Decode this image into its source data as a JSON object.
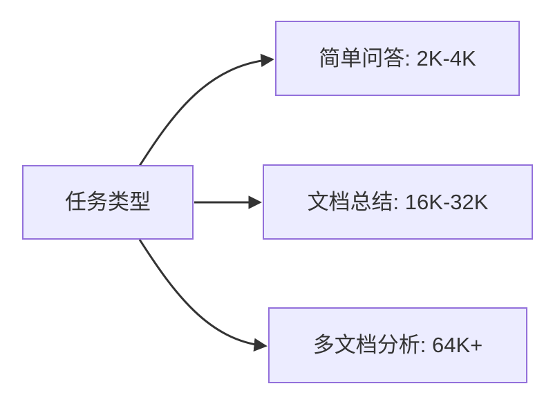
{
  "diagram": {
    "type": "flowchart-left-to-right",
    "colors": {
      "background": "#ffffff",
      "node_fill": "#ECECFF",
      "node_border": "#9370DB",
      "edge_color": "#333333",
      "text_color": "#333333"
    },
    "root": {
      "label": "任务类型"
    },
    "children": [
      {
        "label": "简单问答: 2K-4K"
      },
      {
        "label": "文档总结: 16K-32K"
      },
      {
        "label": "多文档分析: 64K+"
      }
    ],
    "edges": [
      {
        "from": "任务类型",
        "to": "简单问答: 2K-4K"
      },
      {
        "from": "任务类型",
        "to": "文档总结: 16K-32K"
      },
      {
        "from": "任务类型",
        "to": "多文档分析: 64K+"
      }
    ]
  }
}
